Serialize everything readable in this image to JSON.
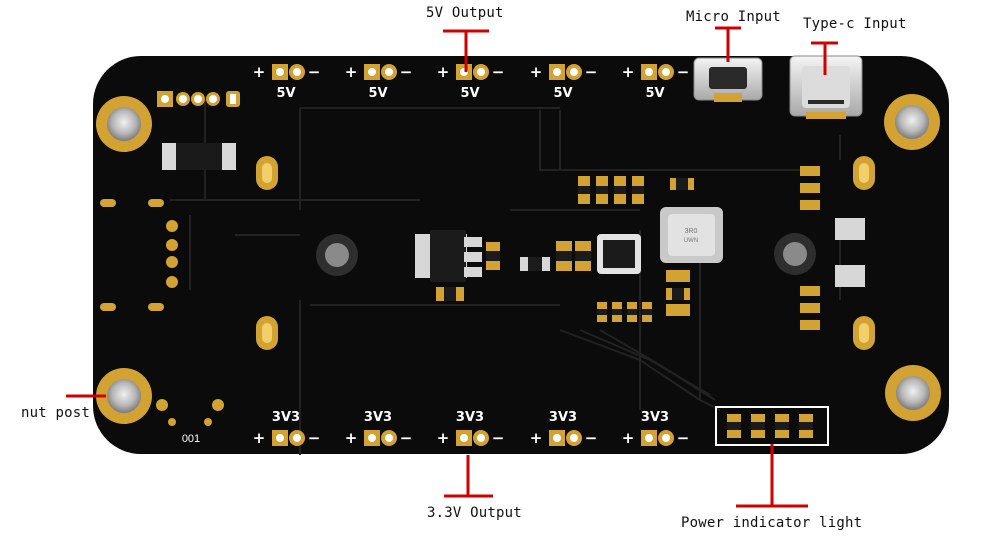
{
  "callouts": {
    "five_v_output": "5V Output",
    "micro_input": "Micro Input",
    "type_c_input": "Type-c Input",
    "nut_post": "nut post",
    "three_v3_output": "3.3V Output",
    "power_indicator": "Power indicator light"
  },
  "silkscreen": {
    "top_pins": [
      "5V",
      "5V",
      "5V",
      "5V",
      "5V"
    ],
    "bottom_pins": [
      "3V3",
      "3V3",
      "3V3",
      "3V3",
      "3V3"
    ],
    "plus": "+",
    "minus": "−",
    "board_id": "001",
    "inductor_marking": "3R0\nUWN"
  },
  "colors": {
    "board": "#0b0b0b",
    "pad_gold": "#d2a232",
    "pad_light": "#efd07a",
    "silk": "#ffffff",
    "leader_red": "#d10000",
    "trace": "#202020"
  }
}
